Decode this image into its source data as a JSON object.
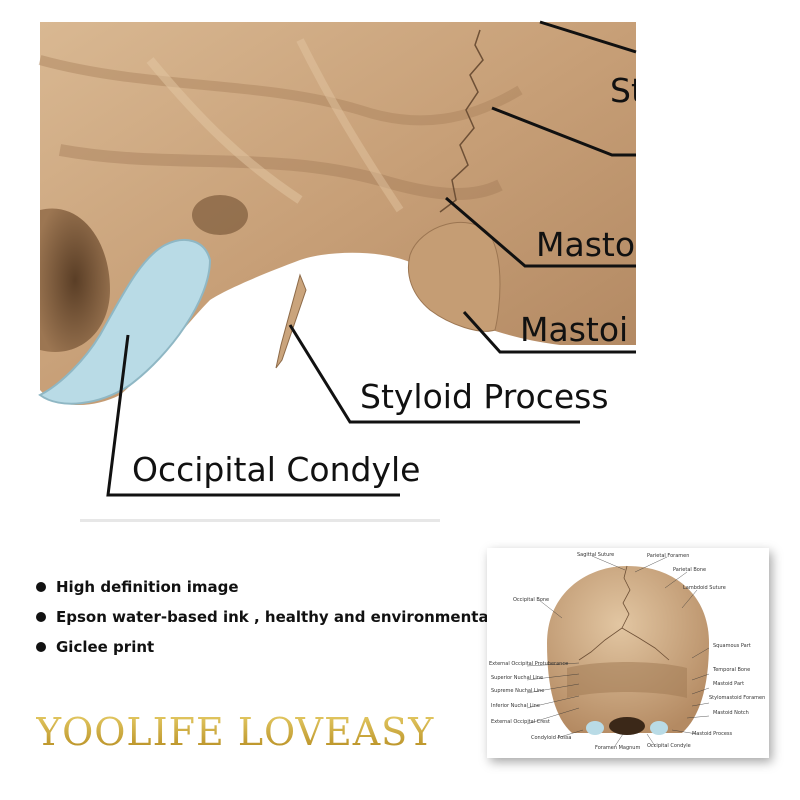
{
  "hero": {
    "labels": {
      "top_partial": "St",
      "mastoid_1": "Masto",
      "mastoid_2": "Mastoi",
      "styloid": "Styloid Process",
      "occipital": "Occipital Condyle"
    },
    "colors": {
      "bone": "#cba882",
      "bone_dark": "#8a6a48",
      "cartilage": "#b9dbe6",
      "line": "#111111"
    }
  },
  "features": [
    "High definition image",
    "Epson water-based ink , healthy and environmentally",
    "Giclee print"
  ],
  "brand": "YOOLIFE LOVEASY",
  "poster": {
    "labels": [
      "Sagittal Suture",
      "Parietal Foramen",
      "Parietal Bone",
      "Lambdoid Suture",
      "Occipital Bone",
      "Squamous Part",
      "Temporal Bone",
      "Mastoid Part",
      "Stylomastoid Foramen",
      "Mastoid Notch",
      "Mastoid Process",
      "Occipital Condyle",
      "Foramen Magnum",
      "Condyloid Fossa",
      "External Occipital Crest",
      "Inferior Nuchal Line",
      "Supreme Nuchal Line",
      "Superior Nuchal Line",
      "External Occipital Protuberance"
    ]
  }
}
